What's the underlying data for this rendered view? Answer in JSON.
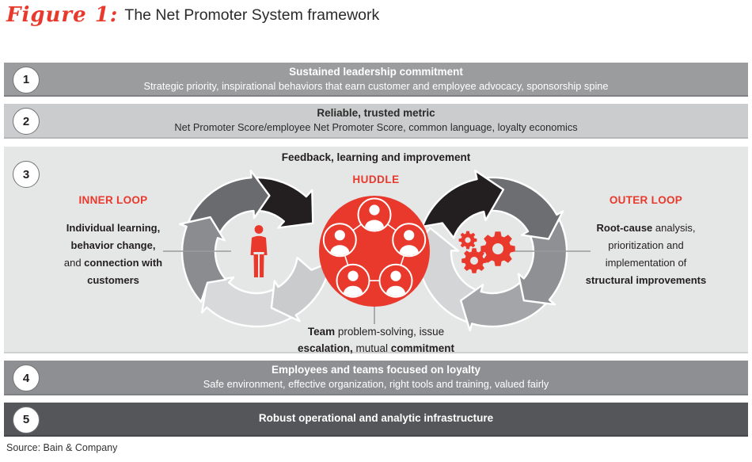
{
  "title": {
    "figure_label": "Figure 1:",
    "text": "The Net Promoter System framework"
  },
  "source": "Source: Bain & Company",
  "colors": {
    "red": "#e8392c",
    "band1_bg": "#9b9c9e",
    "band2_bg": "#cbcccd",
    "band3_bg": "#e5e6e6",
    "band4_bg": "#8d8f92",
    "band5_bg": "#55565a",
    "arrow_black": "#231f20",
    "arrow_dark": "#696b6e",
    "arrow_dark2": "#6d6e71",
    "arrow_medium": "#8a8c8f",
    "arrow_medium2": "#8e9093",
    "arrow_gray": "#a3a5a8",
    "arrow_pale": "#c9cbcd",
    "arrow_light": "#d8d9db",
    "arrow_light2": "#d3d5d6",
    "connector": "#9a9b9d",
    "white": "#ffffff"
  },
  "bands": {
    "band1": {
      "number": "1",
      "title": "Sustained leadership commitment",
      "subtitle": "Strategic priority, inspirational behaviors that earn customer and employee advocacy, sponsorship spine"
    },
    "band2": {
      "number": "2",
      "title": "Reliable, trusted metric",
      "subtitle": "Net Promoter Score/employee Net Promoter Score, common language, loyalty economics"
    },
    "band3": {
      "number": "3",
      "title": "Feedback, learning and improvement"
    },
    "band4": {
      "number": "4",
      "title": "Employees and teams focused on loyalty",
      "subtitle": "Safe environment, effective organization, right tools and training, valued fairly"
    },
    "band5": {
      "number": "5",
      "title": "Robust operational and analytic infrastructure"
    }
  },
  "diagram": {
    "huddle_label": "HUDDLE",
    "inner_loop_label": "INNER LOOP",
    "outer_loop_label": "OUTER LOOP",
    "inner_loop_lines": [
      [
        {
          "t": "Individual learning,",
          "b": true
        }
      ],
      [
        {
          "t": "behavior change,",
          "b": true
        }
      ],
      [
        {
          "t": "and ",
          "b": false
        },
        {
          "t": "connection with",
          "b": true
        }
      ],
      [
        {
          "t": "customers",
          "b": true
        }
      ]
    ],
    "outer_loop_lines": [
      [
        {
          "t": "Root-cause",
          "b": true
        },
        {
          "t": " analysis,",
          "b": false
        }
      ],
      [
        {
          "t": "prioritization and",
          "b": false
        }
      ],
      [
        {
          "t": "implementation of",
          "b": false
        }
      ],
      [
        {
          "t": "structural improvements",
          "b": true
        }
      ]
    ],
    "team_lines": [
      [
        {
          "t": "Team",
          "b": true
        },
        {
          "t": " problem-solving, issue",
          "b": false
        }
      ],
      [
        {
          "t": "escalation,",
          "b": true
        },
        {
          "t": " mutual ",
          "b": false
        },
        {
          "t": "commitment",
          "b": true
        }
      ]
    ]
  }
}
